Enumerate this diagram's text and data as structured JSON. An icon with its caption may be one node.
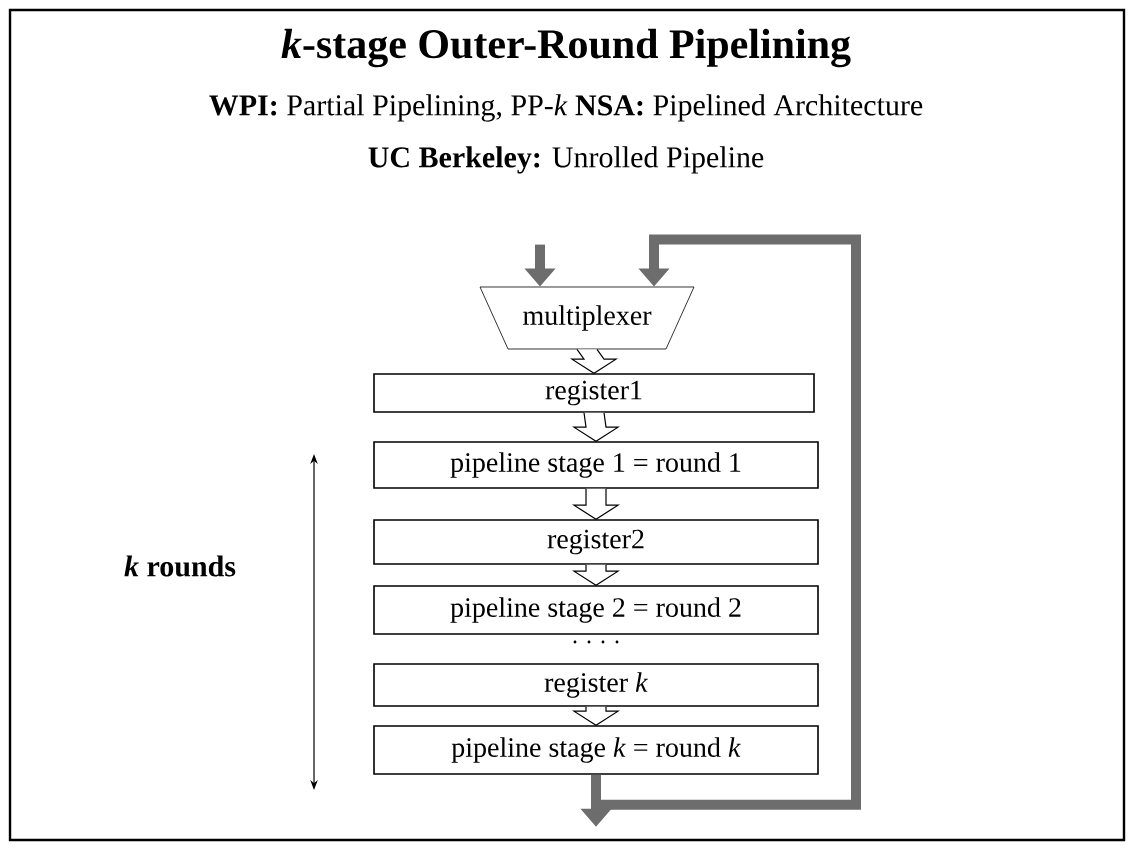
{
  "diagram": {
    "title": "*k*-stage Outer-Round Pipelining",
    "nodes": [
      {
        "text": [
          "multiplexer"
        ]
      },
      {
        "text": [
          "register1"
        ]
      },
      {
        "text": [
          "pipeline stage 1 = round 1"
        ]
      },
      {
        "text": [
          "register2"
        ]
      },
      {
        "text": [
          "pipeline stage 2 = round 2"
        ]
      },
      {
        "text": [
          "register *k*"
        ]
      },
      {
        "text": [
          "pipeline stage *k* = round *k*"
        ]
      }
    ],
    "edges": [
      {
        "from": 0,
        "to": 1,
        "arrow": "to"
      },
      {
        "from": 1,
        "to": 2,
        "arrow": "to"
      },
      {
        "from": 2,
        "to": 3,
        "arrow": "to"
      },
      {
        "from": 3,
        "to": 4,
        "arrow": "to"
      },
      {
        "from": 5,
        "to": 6,
        "arrow": "to"
      },
      {
        "from": null,
        "to": 0,
        "arrow": "to",
        "color": "#6d6d6d"
      },
      {
        "from": 6,
        "to": 0,
        "arrow": "to",
        "color": "#6d6d6d"
      },
      {
        "from": 6,
        "to": null,
        "arrow": "to",
        "color": "#6d6d6d"
      }
    ],
    "labels": [
      "**WPI:** Partial Pipelining, PP-*k* **NSA:** Pipelined Architecture",
      "**UC Berkeley:** Unrolled Pipeline",
      "*k* rounds",
      ". . . ."
    ]
  }
}
